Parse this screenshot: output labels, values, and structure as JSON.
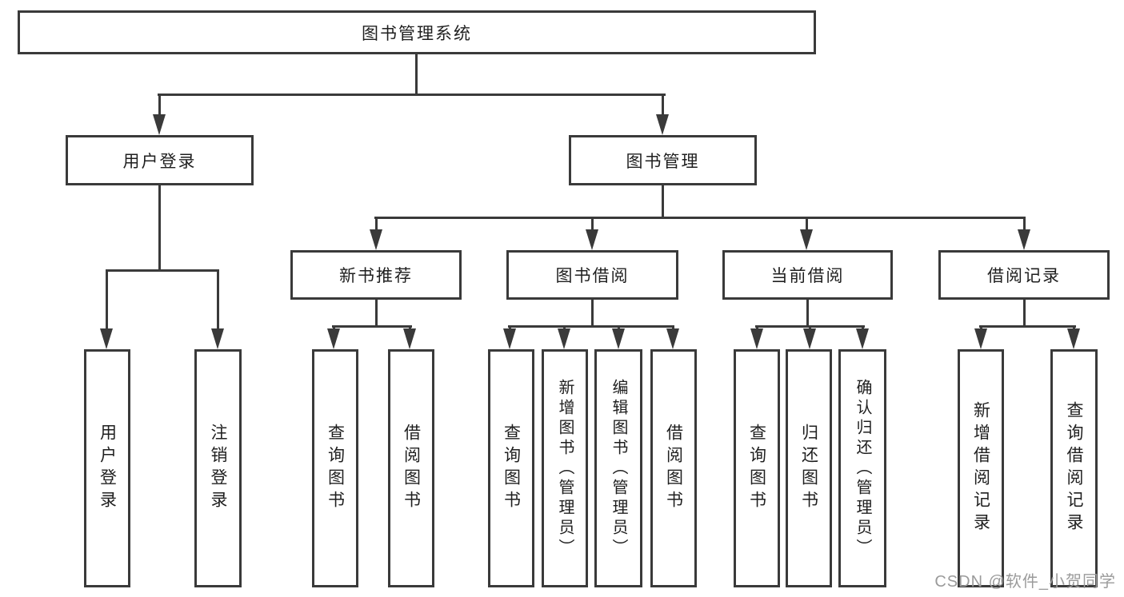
{
  "diagram": {
    "root": {
      "label": "图书管理系统"
    },
    "level2": [
      {
        "label": "用户登录"
      },
      {
        "label": "图书管理"
      }
    ],
    "level3": [
      {
        "label": "新书推荐"
      },
      {
        "label": "图书借阅"
      },
      {
        "label": "当前借阅"
      },
      {
        "label": "借阅记录"
      }
    ],
    "leaves": {
      "login": [
        "用户登录",
        "注销登录"
      ],
      "recommend": [
        "查询图书",
        "借阅图书"
      ],
      "borrow": [
        "查询图书",
        "新增图书（管理员）",
        "编辑图书（管理员）",
        "借阅图书"
      ],
      "current": [
        "查询图书",
        "归还图书",
        "确认归还（管理员）"
      ],
      "records": [
        "新增借阅记录",
        "查询借阅记录"
      ]
    }
  },
  "watermark": {
    "text": "CSDN @软件_小贺同学"
  },
  "colors": {
    "line": "#3a3a3a",
    "text": "#1f1f1f",
    "box_bg": "#ffffff",
    "watermark": "#9b9b9b",
    "background": "#ffffff"
  }
}
